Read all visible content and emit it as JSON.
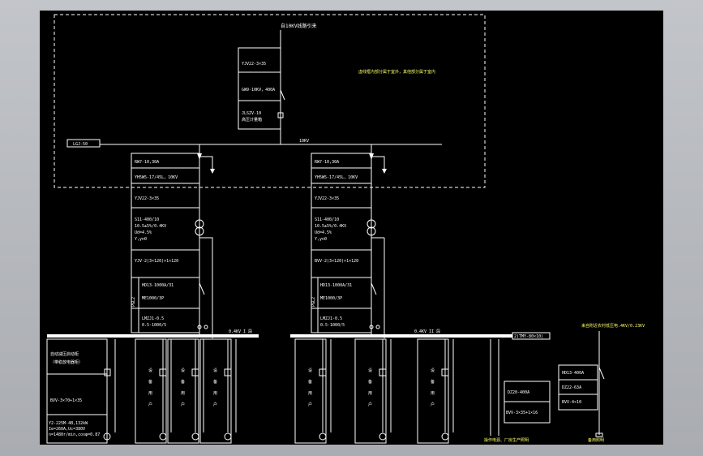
{
  "header": {
    "incoming": "自10KV线路引来",
    "note": "虚线框内部分属于室外，其他部分属于室内",
    "cable": "YJV22-3×35",
    "breaker": "GW9-10KV，400A",
    "meter_a": "JLSZV-10",
    "meter_b": "高压计量箱",
    "left_bus": "LGJ-50",
    "bus_voltage": "10KV"
  },
  "units": [
    {
      "fuse": "RW7-10,30A",
      "arrester": "YH5W5-17/45L，10KV",
      "cable": "YJV22-3×35",
      "tr_a": "S11-400/10",
      "tr_b": "10.5±5%/0.4KV",
      "tr_c": "Ud=4.5%",
      "tr_d": "Y,yn0",
      "lv_cable": "YJV-2(3×120)+1×120",
      "mccb_a": "HD13-1000A/31",
      "mccb_b": "ME1000/3P",
      "ct_a": "LMZJ1-0.5",
      "ct_b": "0.5-1000/5",
      "panel": "PGL2",
      "lv_bus": "0.4KV I 段"
    },
    {
      "fuse": "RW7-10,30A",
      "arrester": "YH5W5-17/45L，10KV",
      "cable": "YJV22-3×35",
      "tr_a": "S11-400/10",
      "tr_b": "10.5±5%/0.4KV",
      "tr_c": "Ud=4.5%",
      "tr_d": "Y,yn0",
      "lv_cable": "BVV-2(3×120)+1×120",
      "mccb_a": "HD13-1000A/31",
      "mccb_b": "ME1000/3P",
      "ct_a": "LMZJ1-0.5",
      "ct_b": "0.5-1000/5",
      "panel": "PGL2",
      "lv_bus": "0.4KV II 段"
    }
  ],
  "feeders": {
    "left_title_a": "自动减压启动柜",
    "left_title_b": "（带稳放电器柜）",
    "left_cable": "BVV-3×70+1×35",
    "left_spec_a": "Y2-225M-4B,132kW",
    "left_spec_b": "Ie=260A,Uc=380V",
    "left_spec_c": "n=1480r/min,cosφ=0.87",
    "motor_char_1": "设",
    "motor_char_2": "备",
    "motor_char_3": "用",
    "motor_char_4": "户",
    "busway": "2(TMY-80×10)",
    "dz_breaker": "DZ20-400A",
    "dz_cable": "BVV-3×35+1×16",
    "lighting": "操作电源、厂房生产照明",
    "spare_title": "来自附近农村低压电.4KV/0.23KV",
    "spare_a": "HD13-400A",
    "spare_b": "DZ22-63A",
    "spare_c": "BVV-4×10",
    "spare_label": "备用照明"
  }
}
